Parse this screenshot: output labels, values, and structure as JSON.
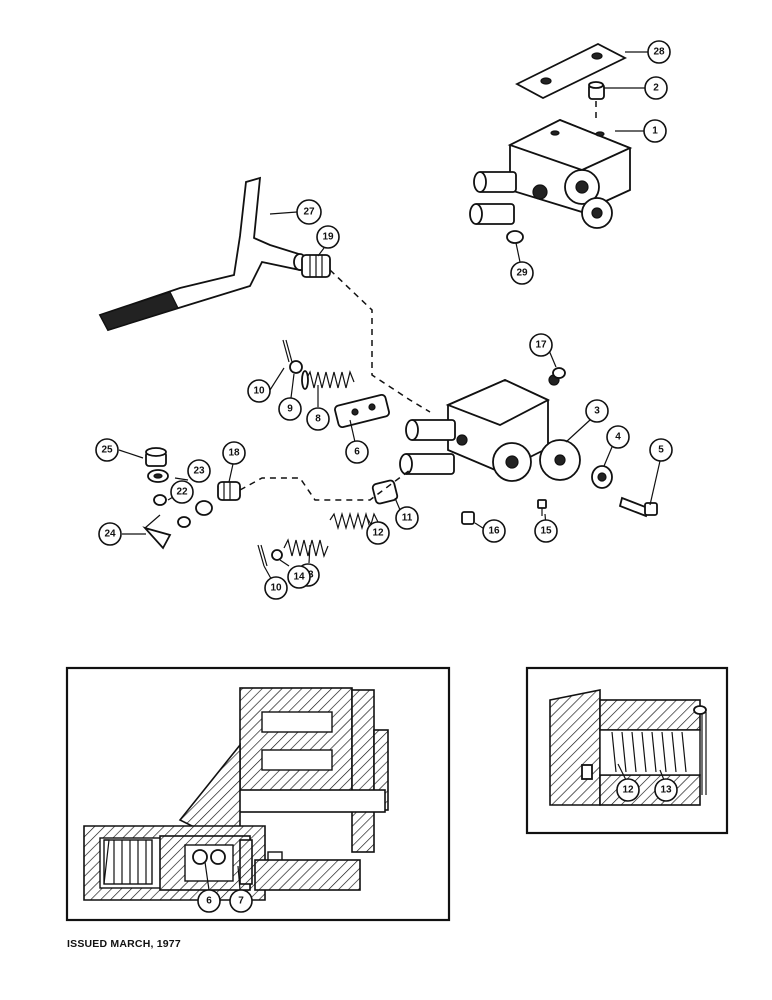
{
  "callouts": [
    {
      "id": "c28",
      "label": "28"
    },
    {
      "id": "c2",
      "label": "2"
    },
    {
      "id": "c1",
      "label": "1"
    },
    {
      "id": "c27",
      "label": "27"
    },
    {
      "id": "c19",
      "label": "19"
    },
    {
      "id": "c29",
      "label": "29"
    },
    {
      "id": "c17",
      "label": "17"
    },
    {
      "id": "c10a",
      "label": "10"
    },
    {
      "id": "c9",
      "label": "9"
    },
    {
      "id": "c8",
      "label": "8"
    },
    {
      "id": "c6",
      "label": "6"
    },
    {
      "id": "c3",
      "label": "3"
    },
    {
      "id": "c4",
      "label": "4"
    },
    {
      "id": "c5",
      "label": "5"
    },
    {
      "id": "c25",
      "label": "25"
    },
    {
      "id": "c18",
      "label": "18"
    },
    {
      "id": "c23",
      "label": "23"
    },
    {
      "id": "c22",
      "label": "22"
    },
    {
      "id": "c24",
      "label": "24"
    },
    {
      "id": "c12",
      "label": "12"
    },
    {
      "id": "c11",
      "label": "11"
    },
    {
      "id": "c16",
      "label": "16"
    },
    {
      "id": "c15",
      "label": "15"
    },
    {
      "id": "c13",
      "label": "13"
    },
    {
      "id": "c14",
      "label": "14"
    },
    {
      "id": "c10b",
      "label": "10"
    },
    {
      "id": "c6b",
      "label": "6"
    },
    {
      "id": "c7b",
      "label": "7"
    },
    {
      "id": "c12b",
      "label": "12"
    },
    {
      "id": "c13b",
      "label": "13"
    }
  ],
  "footer": {
    "issued": "ISSUED MARCH, 1977"
  }
}
